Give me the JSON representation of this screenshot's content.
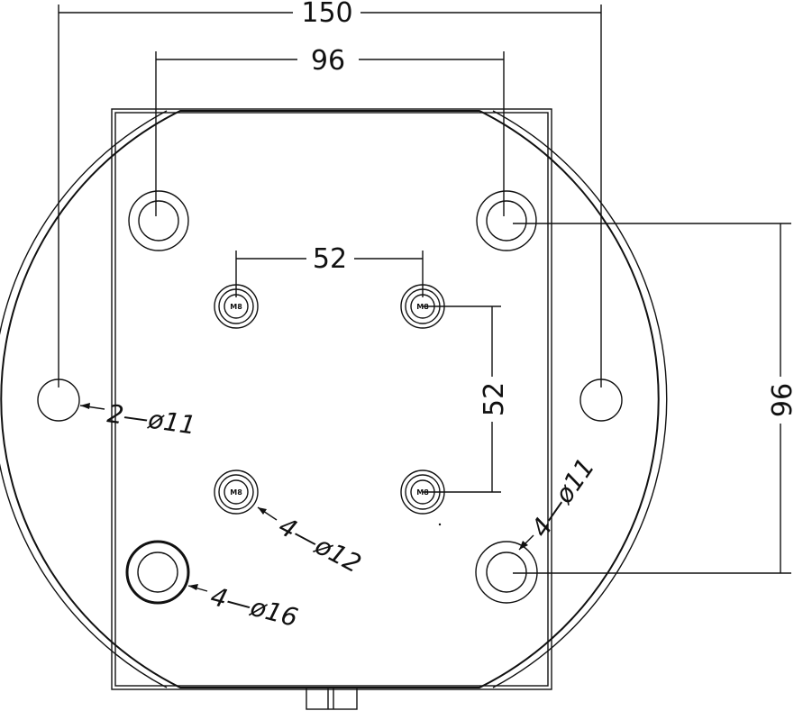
{
  "dimensions": {
    "overall_width": "150",
    "outer_hole_spacing_horizontal": "96",
    "inner_hole_spacing_horizontal": "52",
    "inner_hole_spacing_vertical": "52",
    "outer_hole_spacing_vertical": "96"
  },
  "callouts": {
    "side_holes": "2—ø11",
    "threaded_holes": "4—ø12",
    "counterbored_holes": "4—ø16",
    "corner_holes": "4—ø11"
  },
  "thread_label": "M8"
}
